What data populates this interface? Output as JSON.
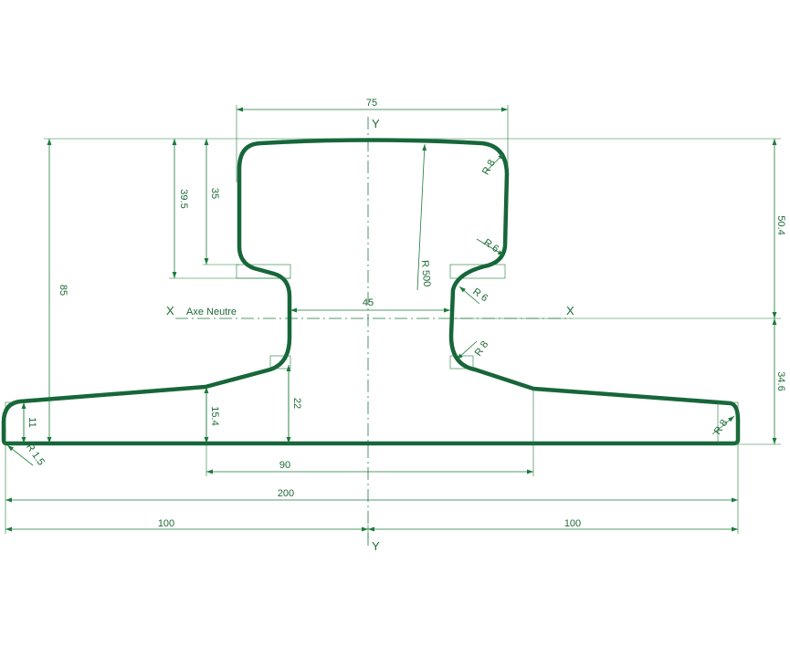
{
  "colors": {
    "profile": "#17663a",
    "dimension": "#1e7a3c",
    "text": "#1e6b35",
    "background": "#ffffff"
  },
  "axes": {
    "y_top": "Y",
    "y_bottom": "Y",
    "x_left": "X",
    "x_right": "X",
    "neutral_axis_label": "Axe Neutre"
  },
  "dimensions": {
    "head_width": "75",
    "web_width": "45",
    "foot_mid_width": "90",
    "total_width": "200",
    "half_left": "100",
    "half_right": "100",
    "total_height": "85",
    "head_depth_outer": "39.5",
    "head_depth_inner": "35",
    "upper_to_neutral": "50.4",
    "lower_to_neutral": "34.6",
    "foot_edge_height": "11",
    "foot_mid_height": "15.4",
    "foot_web_height": "22"
  },
  "radii": {
    "head_top_corner": "R 8",
    "head_top_arc": "R 500",
    "head_lower_corner": "R 6",
    "web_upper_fillet": "R 6",
    "web_lower_fillet": "R 8",
    "foot_tip": "R 8",
    "foot_bottom_corner": "R 1.5"
  }
}
